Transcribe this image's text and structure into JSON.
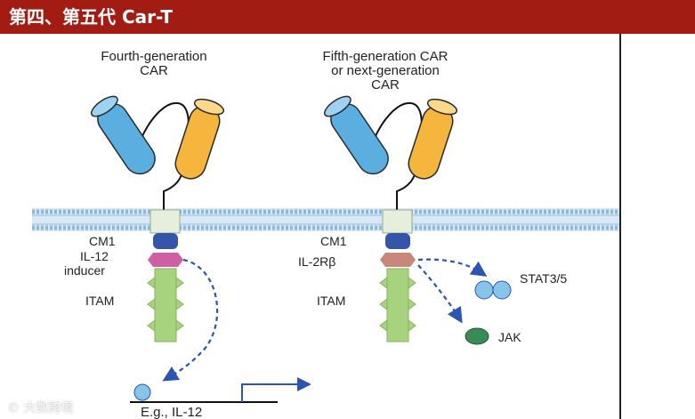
{
  "title_bar": {
    "text": "第四、第五代 Car-T"
  },
  "diagram": {
    "left": {
      "title_line1": "Fourth-generation",
      "title_line2": "CAR",
      "label_cm1": "CM1",
      "label_il12_line1": "IL-12",
      "label_il12_line2": "inducer",
      "label_itam": "ITAM",
      "output_label": "E.g., IL-12"
    },
    "right": {
      "title_line1": "Fifth-generation CAR",
      "title_line2": "or next-generation",
      "title_line3": "CAR",
      "label_cm1": "CM1",
      "label_il2rb": "IL-2Rβ",
      "label_itam": "ITAM",
      "label_stat": "STAT3/5",
      "label_jak": "JAK"
    }
  },
  "watermark": {
    "text": "大数跨境"
  },
  "colors": {
    "title_bar_bg": "#a31c14",
    "scfv_blue": "#5aaee0",
    "scfv_orange": "#f6b53c",
    "membrane": "#c8dff0",
    "hinge": "#e6efdc",
    "cm1": "#3556a8",
    "il12_inducer": "#cf5fa3",
    "il2rb": "#c8877a",
    "itam": "#a8d37e",
    "arrow": "#2b55b0",
    "stat": "#86c4ea",
    "jak": "#3b8a55"
  }
}
